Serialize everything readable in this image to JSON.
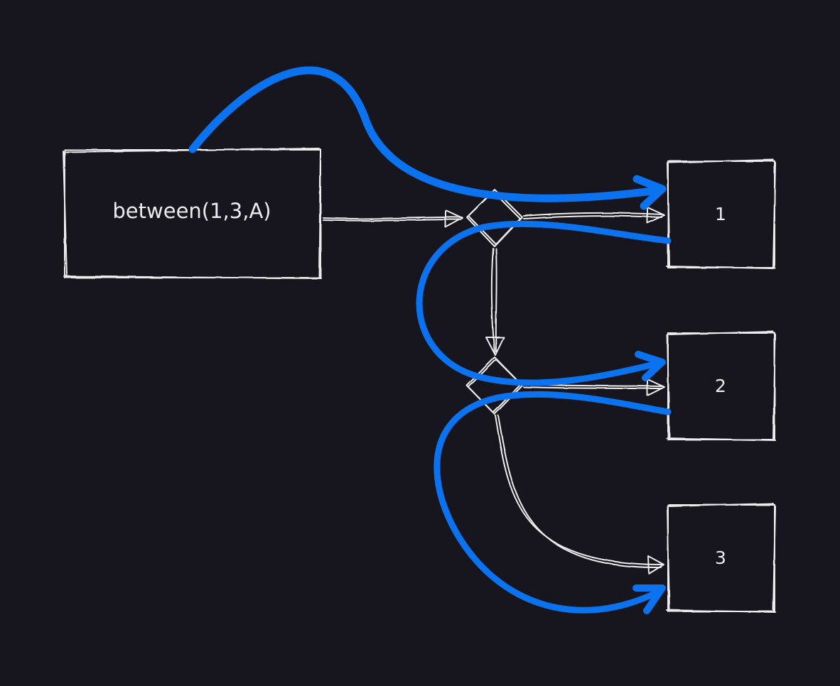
{
  "diagram": {
    "source_label": "between(1,3,A)",
    "results": [
      {
        "label": "1"
      },
      {
        "label": "2"
      },
      {
        "label": "3"
      }
    ]
  },
  "colors": {
    "background": "#17161e",
    "stroke": "#ececec",
    "flow": "#0b73f0"
  }
}
